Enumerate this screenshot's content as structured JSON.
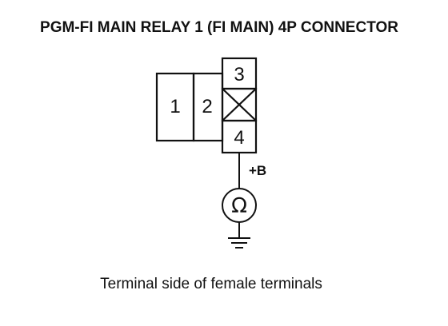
{
  "title": "PGM-FI MAIN RELAY 1 (FI MAIN) 4P CONNECTOR",
  "connector": {
    "pins": {
      "pin1": "1",
      "pin2": "2",
      "pin3": "3",
      "pin4": "4"
    }
  },
  "probe": {
    "label": "+B",
    "meter_symbol": "Ω",
    "meter_icon": "ohmmeter-icon",
    "ground_icon": "ground-icon"
  },
  "caption": "Terminal side of female terminals",
  "colors": {
    "ink": "#111111",
    "background": "#ffffff"
  }
}
